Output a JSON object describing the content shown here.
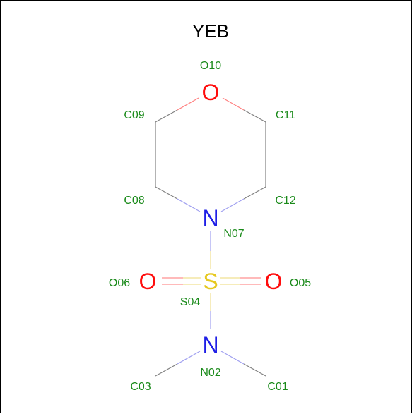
{
  "title": "YEB",
  "colors": {
    "carbon_bond": "#808080",
    "oxygen": "#ff0d0d",
    "nitrogen": "#1f1fe6",
    "sulfur": "#e6c81f",
    "label": "#1a8a1a"
  },
  "atoms": {
    "o10": {
      "symbol": "O",
      "label": "O10"
    },
    "c09": {
      "label": "C09"
    },
    "c11": {
      "label": "C11"
    },
    "c08": {
      "label": "C08"
    },
    "c12": {
      "label": "C12"
    },
    "n07": {
      "symbol": "N",
      "label": "N07"
    },
    "s04": {
      "symbol": "S",
      "label": "S04"
    },
    "o06": {
      "symbol": "O",
      "label": "O06"
    },
    "o05": {
      "symbol": "O",
      "label": "O05"
    },
    "n02": {
      "symbol": "N",
      "label": "N02"
    },
    "c03": {
      "label": "C03"
    },
    "c01": {
      "label": "C01"
    }
  }
}
